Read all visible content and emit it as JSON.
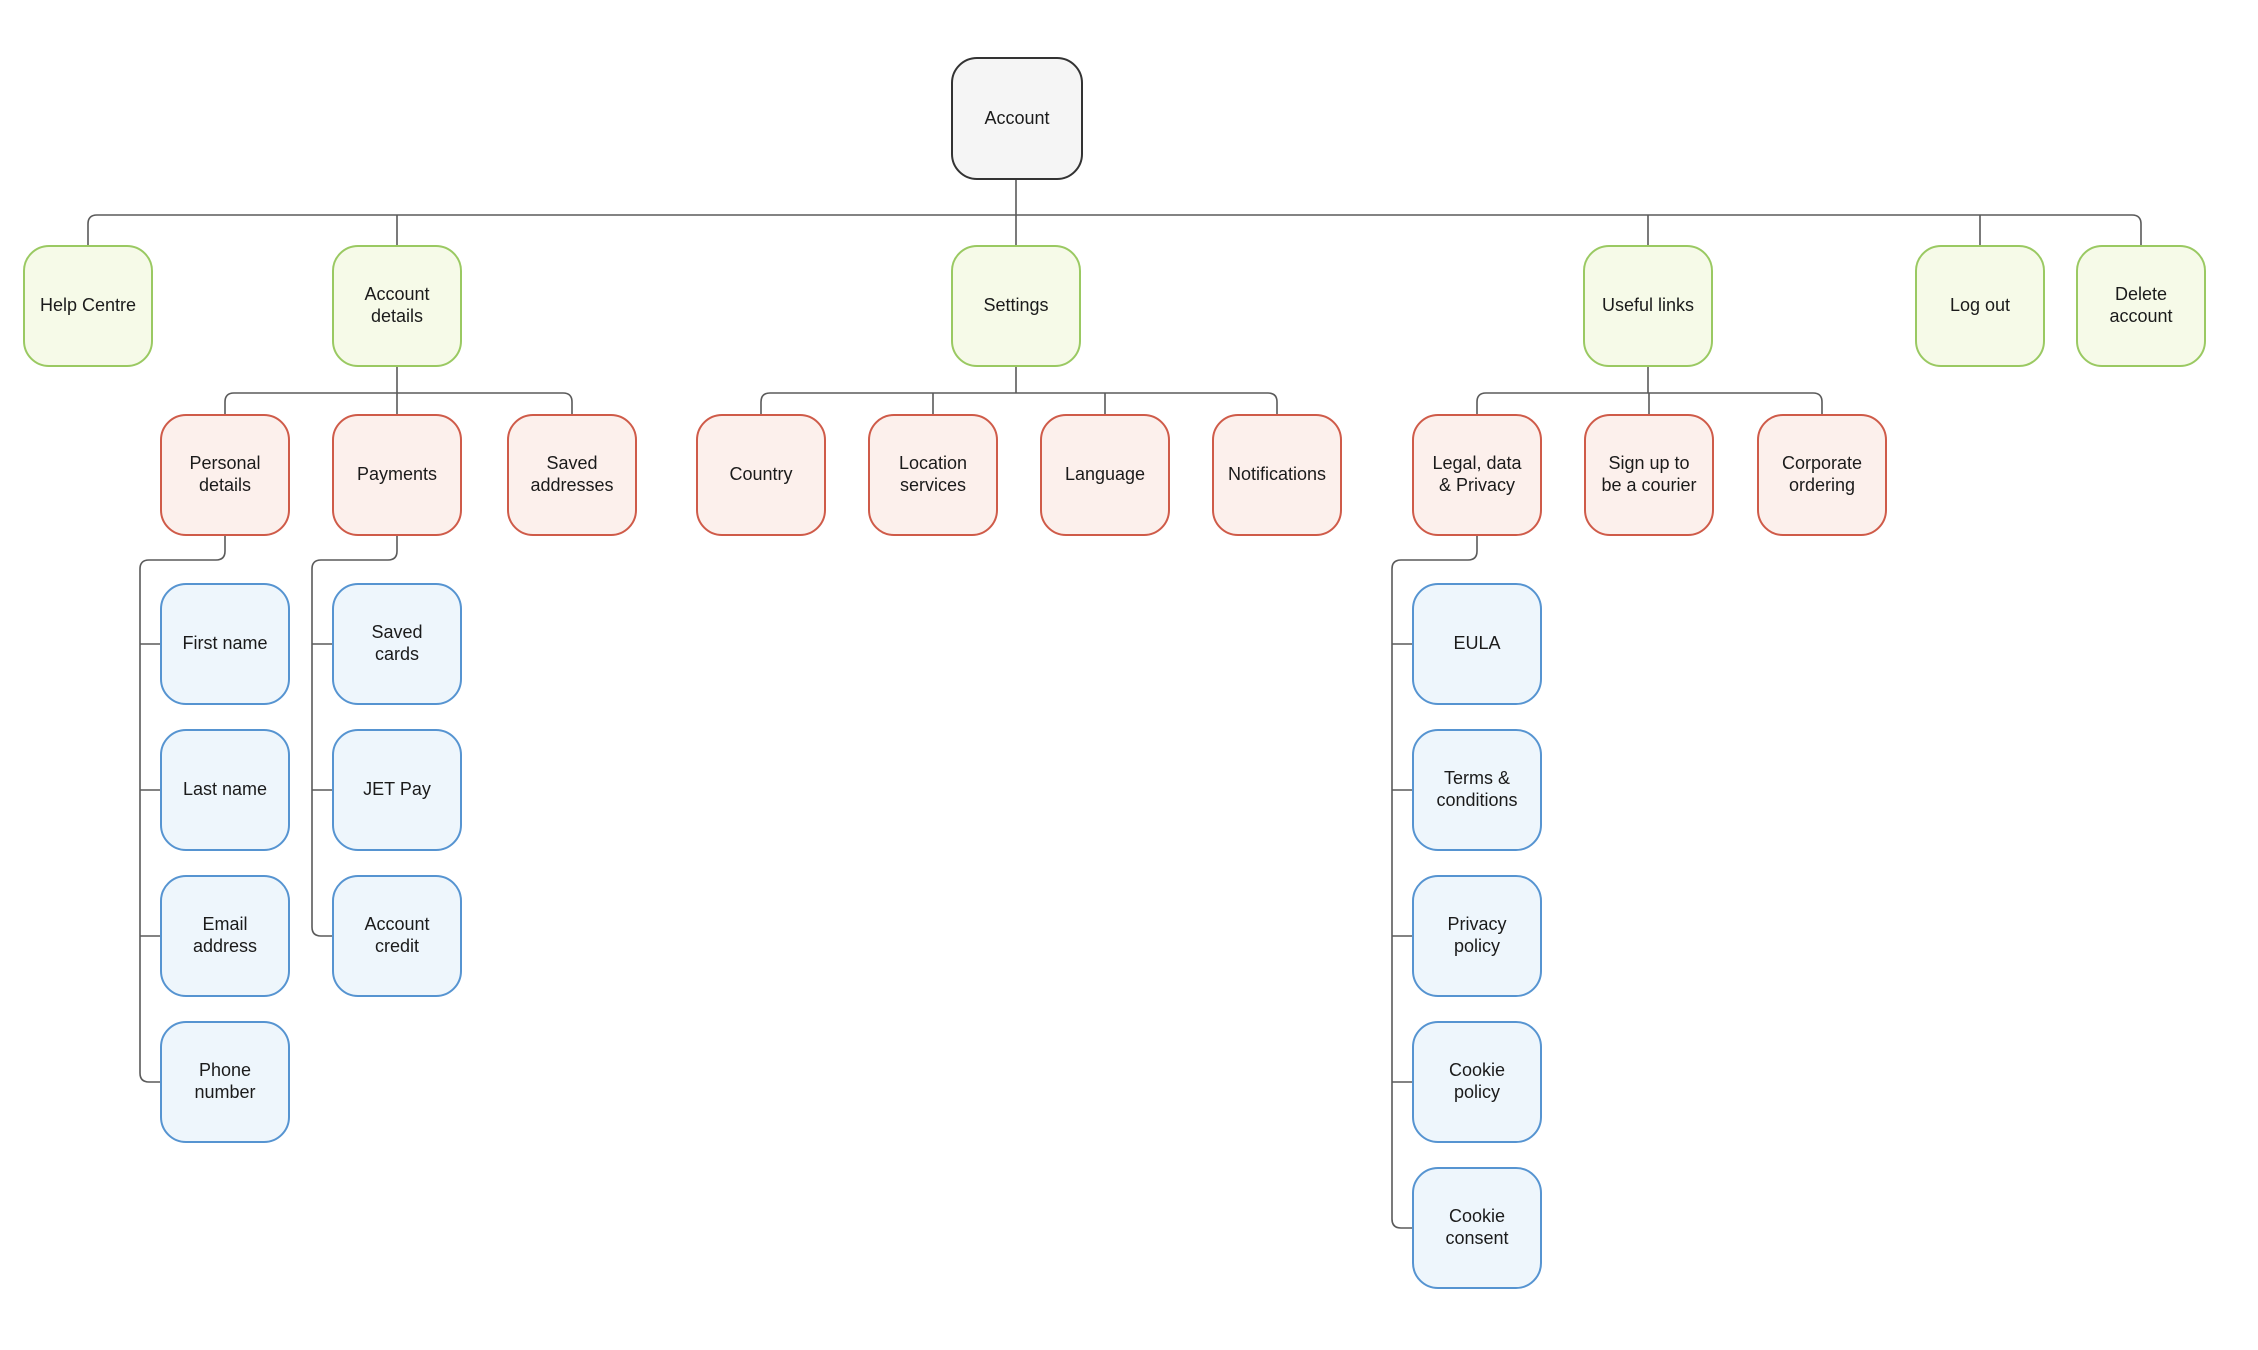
{
  "palette": {
    "root_fill": "#f5f5f5",
    "root_border": "#333333",
    "section_fill": "#f6fae8",
    "section_border": "#9ac962",
    "category_fill": "#fcf0ec",
    "category_border": "#cf5b49",
    "item_fill": "#eef6fc",
    "item_border": "#5694d1",
    "connector": "#5a5a5a",
    "text": "#1b1b1b",
    "background": "#ffffff"
  },
  "tree": {
    "label": "Account",
    "children": [
      {
        "label": "Help Centre",
        "children": []
      },
      {
        "label": "Account details",
        "children": [
          {
            "label": "Personal details",
            "children": [
              {
                "label": "First name"
              },
              {
                "label": "Last name"
              },
              {
                "label": "Email address"
              },
              {
                "label": "Phone number"
              }
            ]
          },
          {
            "label": "Payments",
            "children": [
              {
                "label": "Saved cards"
              },
              {
                "label": "JET Pay"
              },
              {
                "label": "Account credit"
              }
            ]
          },
          {
            "label": "Saved addresses",
            "children": []
          }
        ]
      },
      {
        "label": "Settings",
        "children": [
          {
            "label": "Country"
          },
          {
            "label": "Location services"
          },
          {
            "label": "Language"
          },
          {
            "label": "Notifications"
          }
        ]
      },
      {
        "label": "Useful links",
        "children": [
          {
            "label": "Legal, data & Privacy",
            "children": [
              {
                "label": "EULA"
              },
              {
                "label": "Terms & conditions"
              },
              {
                "label": "Privacy policy"
              },
              {
                "label": "Cookie policy"
              },
              {
                "label": "Cookie consent"
              }
            ]
          },
          {
            "label": "Sign up to be a courier",
            "children": []
          },
          {
            "label": "Corporate ordering",
            "children": []
          }
        ]
      },
      {
        "label": "Log out",
        "children": []
      },
      {
        "label": "Delete account",
        "children": []
      }
    ]
  }
}
